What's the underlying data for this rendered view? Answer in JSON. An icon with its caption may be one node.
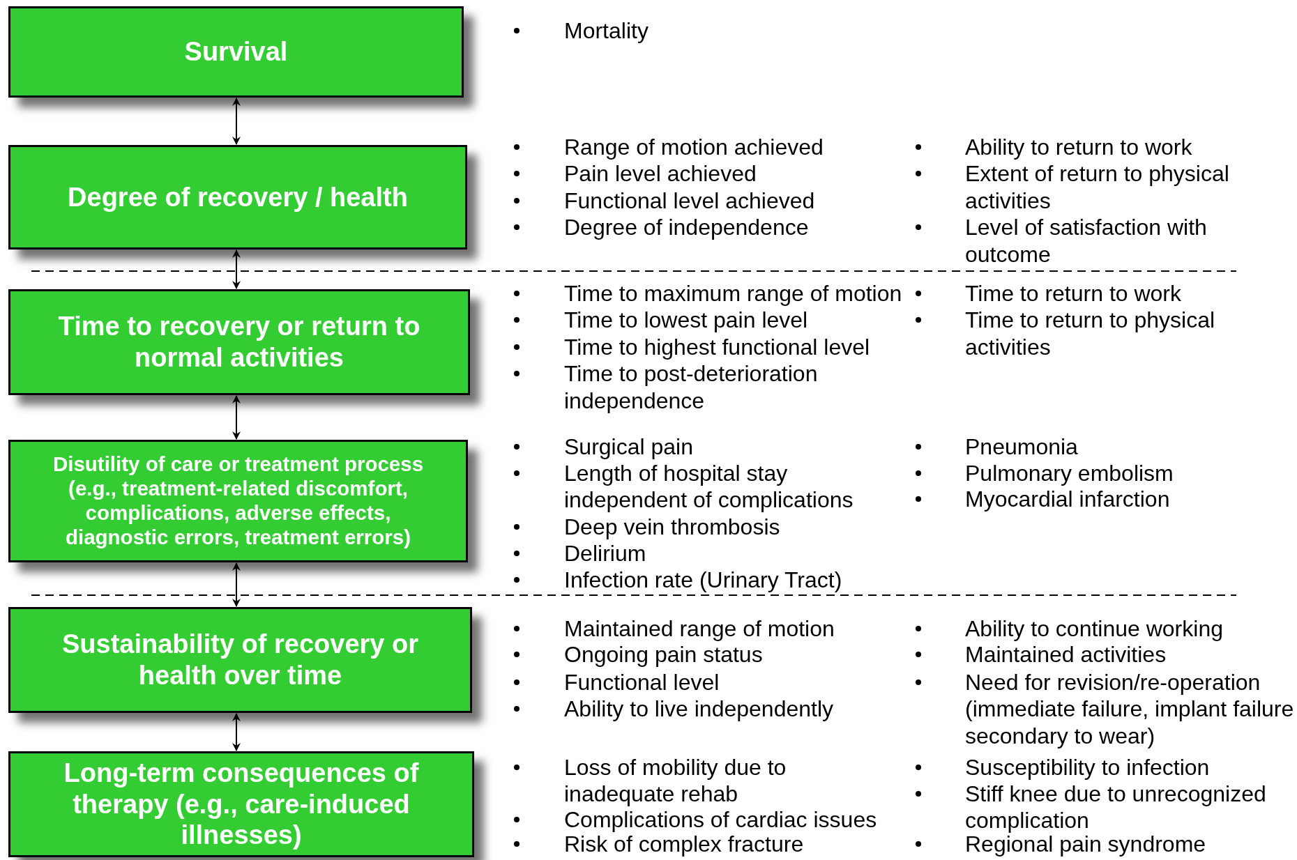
{
  "diagram": {
    "nodes": [
      {
        "text": [
          "Survival"
        ]
      },
      {
        "text": [
          "Degree of recovery / health"
        ]
      },
      {
        "text": [
          "Time to recovery or return to normal activities"
        ]
      },
      {
        "text": [
          "Disutility of care or treatment process (e.g., treatment-related discomfort, complications, adverse effects, diagnostic errors, treatment errors)"
        ]
      },
      {
        "text": [
          "Sustainability of recovery or health over time"
        ]
      },
      {
        "text": [
          "Long-term consequences of therapy  (e.g., care-induced illnesses)"
        ]
      }
    ],
    "edges": [
      {
        "from": 0,
        "to": 1,
        "arrow": "both"
      },
      {
        "from": 1,
        "to": 2,
        "arrow": "both"
      },
      {
        "from": 2,
        "to": 3,
        "arrow": "both"
      },
      {
        "from": 3,
        "to": 4,
        "arrow": "both"
      },
      {
        "from": 4,
        "to": 5,
        "arrow": "both"
      }
    ],
    "labels": [
      "Mortality",
      "Range of motion achieved",
      "Ability to return to work",
      "Pain level achieved",
      "Extent of return to physical activities",
      "Functional level achieved",
      "Degree of independence",
      "Level of satisfaction with outcome",
      "Time to maximum range of motion",
      "Time to return to work",
      "Time to lowest pain level",
      "Time to return to physical activities",
      "Time to highest functional level",
      "Time to post-deterioration independence",
      "Surgical pain",
      "Pneumonia",
      "Length of hospital stay independent of complications",
      "Pulmonary embolism",
      "Myocardial infarction",
      "Deep vein thrombosis",
      "Delirium",
      "Infection rate (Urinary Tract)",
      "Maintained range of motion",
      "Ability to continue working",
      "Ongoing pain status",
      "Maintained activities",
      "Functional level",
      "Need for revision/re-operation (immediate failure, implant failure secondary to wear)",
      "Ability to live independently",
      "Loss of mobility due to inadequate rehab",
      "Susceptibility to infection",
      "Stiff knee due to unrecognized complication",
      "Complications of cardiac issues",
      "Risk of complex fracture",
      "Regional pain syndrome"
    ]
  }
}
